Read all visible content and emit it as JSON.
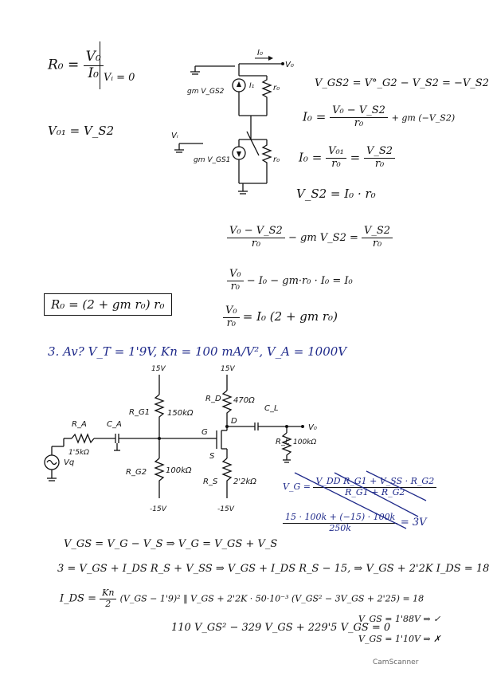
{
  "top": {
    "ro_def_num": "V₀",
    "ro_def_den": "I₀",
    "ro_def_lhs": "R₀ =",
    "ro_def_cond": "Vᵢ = 0",
    "vo1_eq": "V₀₁ = V_S2",
    "ckt_labels": {
      "io": "I₀",
      "vo": "V₀",
      "i1": "I₁",
      "ro_top": "r₀",
      "gm_vgs2": "gm V_GS2",
      "vi": "Vᵢ",
      "gm_vgs1": "gm V_GS1",
      "ro_bot": "r₀"
    },
    "eq_vgs2": "V_GS2 = V°_G2 − V_S2 = −V_S2",
    "eq_io_lhs": "I₀ =",
    "eq_io_num": "V₀ − V_S2",
    "eq_io_den": "r₀",
    "eq_io_tail": "+ gm (−V_S2)",
    "eq_io2_lhs": "I₀ =",
    "eq_io2_n1": "V₀₁",
    "eq_io2_d1": "r₀",
    "eq_io2_n2": "V_S2",
    "eq_io2_d2": "r₀",
    "eq_vs2": "V_S2 = I₀ · r₀",
    "eq_a_num": "V₀ − V_S2",
    "eq_a_den": "r₀",
    "eq_a_mid": "− gm V_S2 =",
    "eq_a_rnum": "V_S2",
    "eq_a_rden": "r₀",
    "eq_b_num": "V₀",
    "eq_b_den": "r₀",
    "eq_b_rest": "− I₀ − gm·r₀ · I₀ = I₀",
    "eq_c_num": "V₀",
    "eq_c_den": "r₀",
    "eq_c_rest": "= I₀ (2 + gm r₀)",
    "ro_result": "R₀ = (2 + gm r₀) r₀"
  },
  "problem": {
    "header": "3. Av?  V_T = 1'9V,  Kn = 100 mA/V²,  V_A = 1000V"
  },
  "circuit": {
    "vdd_left": "15V",
    "vdd_right": "15V",
    "rg1": "R_G1",
    "rg1_val": "150kΩ",
    "rd": "R_D",
    "rd_val": "470Ω",
    "cl": "C_L",
    "vo": "V₀",
    "rl": "R_L",
    "rl_val": "100kΩ",
    "ra": "R_A",
    "ra_val": "1'5kΩ",
    "ca": "C_A",
    "vq": "Vq",
    "g": "G",
    "d": "D",
    "s": "S",
    "rg2": "R_G2",
    "rg2_val": "100kΩ",
    "rs": "R_S",
    "rs_val": "2'2kΩ",
    "vss_left": "-15V",
    "vss_right": "-15V"
  },
  "calc": {
    "vg_lhs": "V_G =",
    "vg_num": "V_DD R_G1 + V_SS · R_G2",
    "vg_den": "R_G1 + R_G2",
    "vg2_num": "15 · 100k + (−15) · 100k",
    "vg2_den": "250k",
    "vg2_res": "= 3V",
    "vgs_eq": "V_GS = V_G − V_S ⇒ V_G = V_GS + V_S",
    "line3": "3 = V_GS + I_DS R_S + V_SS ⇒ V_GS + I_DS R_S − 15, ⇒ V_GS + 2'2K I_DS = 18",
    "ids_lhs": "I_DS =",
    "ids_kn": "Kn",
    "ids_two": "2",
    "ids_rest": "(V_GS − 1'9)²  ‖  V_GS + 2'2K · 50·10⁻³ (V_GS² − 3V_GS + 2'25) = 18",
    "quad": "110 V_GS² − 329 V_GS + 229'5 V_GS = 0",
    "sol1": "V_GS = 1'88V ⇒ ✓",
    "sol2": "V_GS = 1'10V ⇒ ✗"
  },
  "watermark": "CamScanner"
}
